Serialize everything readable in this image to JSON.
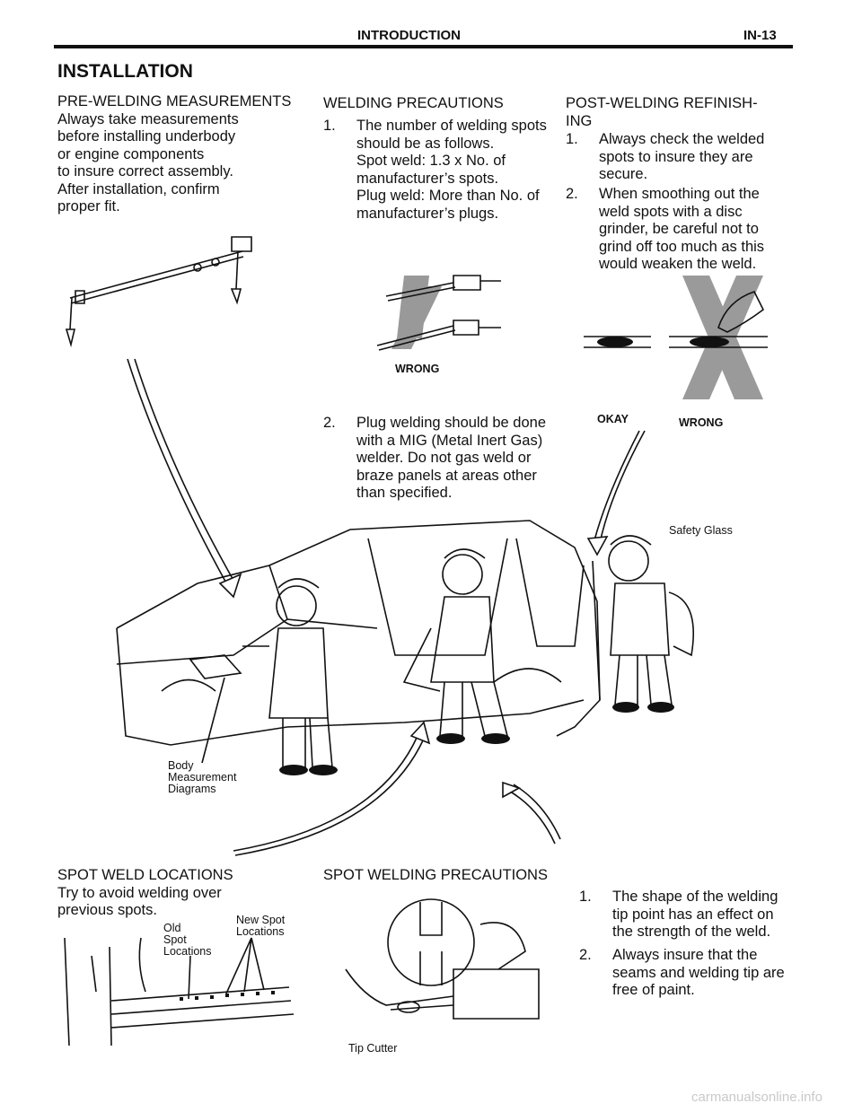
{
  "header": {
    "section": "INTRODUCTION",
    "page": "IN-13"
  },
  "title": "INSTALLATION",
  "pre_welding": {
    "heading": "PRE-WELDING  MEASUREMENTS",
    "lines": [
      "Always take measurements",
      "before installing underbody",
      "or engine components",
      "to insure correct assembly.",
      "After installation, confirm",
      "proper fit."
    ]
  },
  "welding_precautions": {
    "heading": "WELDING PRECAUTIONS",
    "step1": {
      "num": "1.",
      "lines": [
        "The number of welding spots",
        "should be as follows.",
        "Spot weld: 1.3 x No. of",
        "manufacturer’s spots.",
        "Plug weld: More than No. of",
        "manufacturer’s plugs."
      ]
    },
    "step2": {
      "num": "2.",
      "lines": [
        "Plug welding should be done",
        "with a MIG (Metal Inert Gas)",
        "welder. Do not gas weld or",
        "braze panels at areas other",
        "than specified."
      ]
    },
    "wrong_label": "WRONG"
  },
  "post_welding": {
    "heading_lines": [
      "POST-WELDING  REFINISH-",
      "ING"
    ],
    "step1": {
      "num": "1.",
      "lines": [
        "Always check the welded",
        "spots to insure they are",
        "secure."
      ]
    },
    "step2": {
      "num": "2.",
      "lines": [
        "When smoothing out the",
        "weld spots with a disc",
        "grinder, be careful not to",
        "grind off too much as this",
        "would weaken the weld."
      ]
    },
    "okay_label": "OKAY",
    "wrong_label": "WRONG"
  },
  "figure_labels": {
    "safety_glass": "Safety Glass",
    "body_measurement": [
      "Body",
      "Measurement",
      "Diagrams"
    ],
    "old_spot": [
      "Old",
      "Spot",
      "Locations"
    ],
    "new_spot": [
      "New Spot",
      "Locations"
    ],
    "tip_cutter": "Tip Cutter"
  },
  "spot_weld_locations": {
    "heading": "SPOT WELD LOCATIONS",
    "lines": [
      "Try to avoid welding over",
      "previous spots."
    ]
  },
  "spot_welding_precautions": {
    "heading": "SPOT WELDING PRECAUTIONS",
    "step1": {
      "num": "1.",
      "lines": [
        "The shape of the welding",
        "tip point has an effect on",
        "the strength of the weld."
      ]
    },
    "step2": {
      "num": "2.",
      "lines": [
        "Always insure that the",
        "seams and welding tip are",
        "free of paint."
      ]
    }
  },
  "footer": "carmanualsonline.info"
}
